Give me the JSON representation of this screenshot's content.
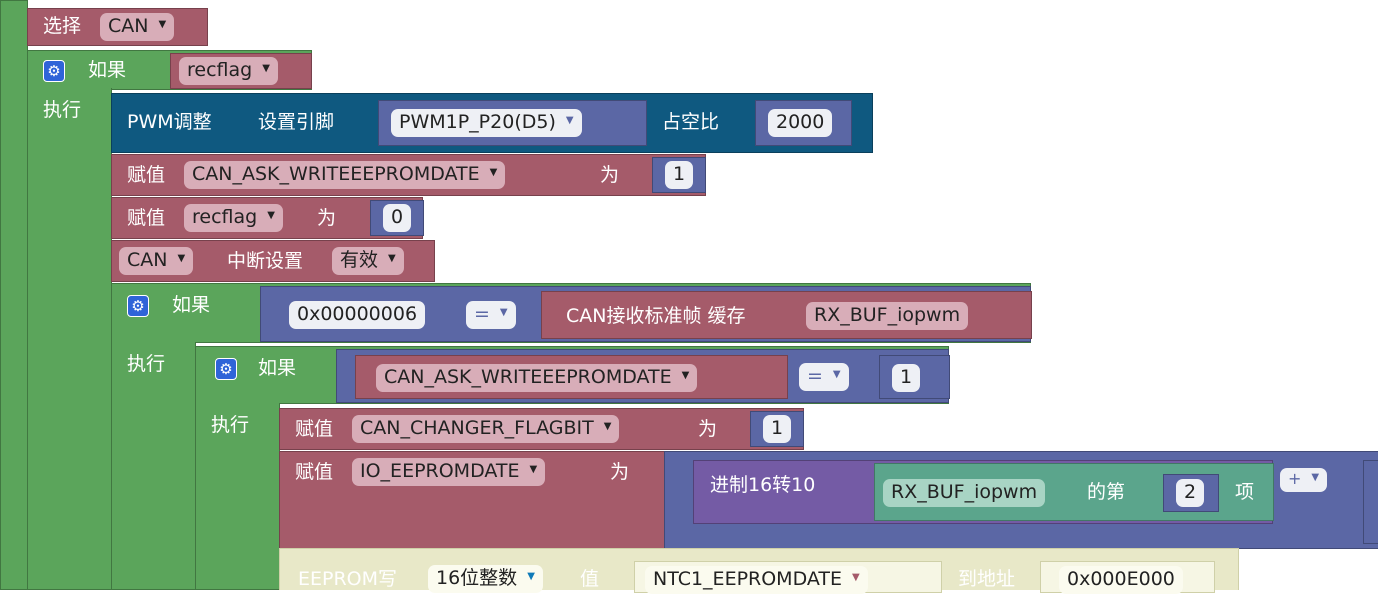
{
  "colors": {
    "green": "#5ba55b",
    "red": "#a55b6a",
    "blue": "#0f5980",
    "indigo": "#5b67a5",
    "purple": "#745ba5",
    "teal": "#5ba58c",
    "gear": "#2f64d8"
  },
  "icons": [
    "gear-icon",
    "dropdown-arrow-icon"
  ],
  "select": {
    "label": "选择",
    "value": "CAN"
  },
  "if1": {
    "label": "如果",
    "var": "recflag",
    "do": "执行"
  },
  "pwm": {
    "title": "PWM调整",
    "pin_label": "设置引脚",
    "pin": "PWM1P_P20(D5)",
    "duty_label": "占空比",
    "duty": "2000"
  },
  "assign1": {
    "label": "赋值",
    "var": "CAN_ASK_WRITEEEPROMDATE",
    "op": "为",
    "value": "1"
  },
  "assign2": {
    "label": "赋值",
    "var": "recflag",
    "op": "为",
    "value": "0"
  },
  "can_int": {
    "dev": "CAN",
    "label": "中断设置",
    "state": "有效"
  },
  "if2": {
    "label": "如果",
    "left": "0x00000006",
    "op": "=",
    "right_label": "CAN接收标准帧 缓存",
    "right_var": "RX_BUF_iopwm",
    "do": "执行"
  },
  "if3": {
    "label": "如果",
    "left": "CAN_ASK_WRITEEEPROMDATE",
    "op": "=",
    "right": "1",
    "do": "执行"
  },
  "assign3": {
    "label": "赋值",
    "var": "CAN_CHANGER_FLAGBIT",
    "op": "为",
    "value": "1"
  },
  "assign4": {
    "label": "赋值",
    "var": "IO_EEPROMDATE",
    "op": "为",
    "hex_label": "进制16转10",
    "list_var": "RX_BUF_iopwm",
    "nth_label": "的第",
    "index": "2",
    "item_label": "项",
    "math_op": "+"
  },
  "eeprom": {
    "label": "EEPROM写",
    "type": "16位整数",
    "value_label": "值",
    "value_var": "NTC1_EEPROMDATE",
    "addr_label": "到地址",
    "addr": "0x000E000"
  }
}
